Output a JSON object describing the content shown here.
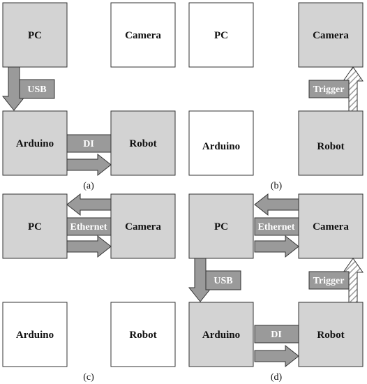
{
  "colors": {
    "box_active": "#d3d3d3",
    "box_inactive": "#ffffff",
    "box_stroke": "#333333",
    "arrow_fill": "#9a9a9a",
    "label_fill": "#9a9a9a",
    "label_text": "#ffffff"
  },
  "panels": {
    "a": {
      "caption": "(a)",
      "pc": "PC",
      "camera": "Camera",
      "arduino": "Arduino",
      "robot": "Robot",
      "usb": "USB",
      "di": "DI"
    },
    "b": {
      "caption": "(b)",
      "pc": "PC",
      "camera": "Camera",
      "arduino": "Arduino",
      "robot": "Robot",
      "trigger": "Trigger"
    },
    "c": {
      "caption": "(c)",
      "pc": "PC",
      "camera": "Camera",
      "arduino": "Arduino",
      "robot": "Robot",
      "ethernet": "Ethernet"
    },
    "d": {
      "caption": "(d)",
      "pc": "PC",
      "camera": "Camera",
      "arduino": "Arduino",
      "robot": "Robot",
      "ethernet": "Ethernet",
      "usb": "USB",
      "trigger": "Trigger",
      "di": "DI"
    }
  }
}
